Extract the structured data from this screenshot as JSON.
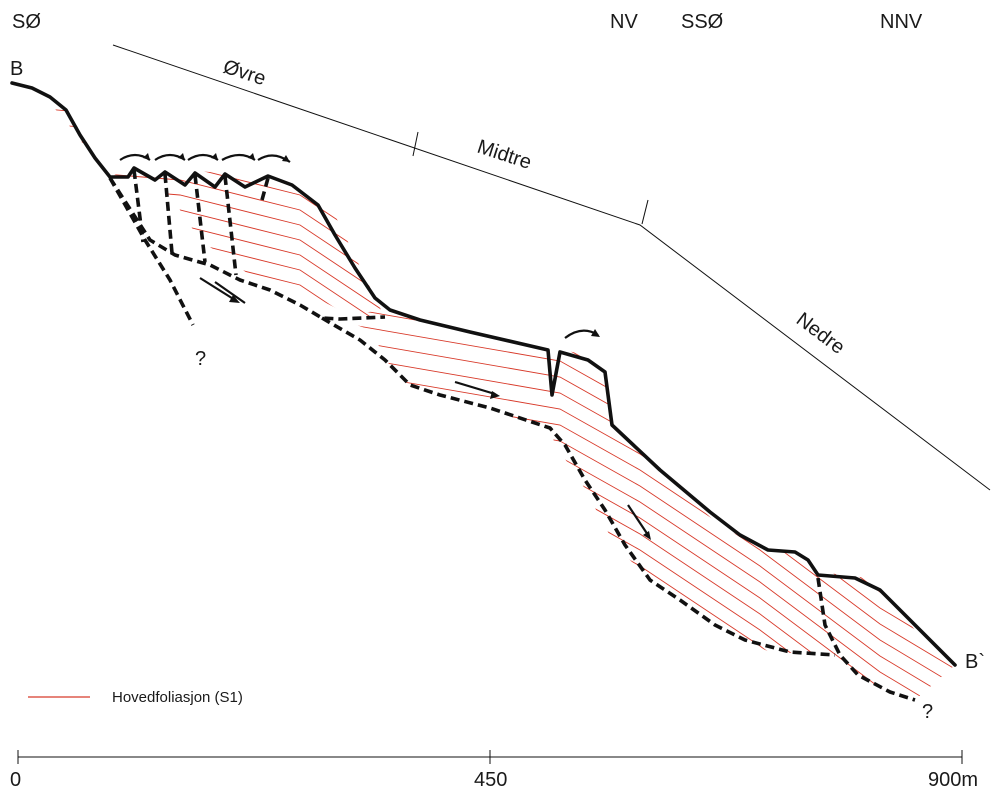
{
  "orientation": {
    "left": "SØ",
    "nv": "NV",
    "sso": "SSØ",
    "right": "NNV"
  },
  "section": {
    "start": "B",
    "end": "B`"
  },
  "segments": {
    "upper": "Øvre",
    "middle": "Midtre",
    "lower": "Nedre"
  },
  "unknowns": {
    "q1": "?",
    "q2": "?"
  },
  "legend": {
    "foliation": "Hovedfoliasjon (S1)",
    "foliation_color": "#d83a2a"
  },
  "scale": {
    "start": "0",
    "mid": "450",
    "end": "900m"
  }
}
